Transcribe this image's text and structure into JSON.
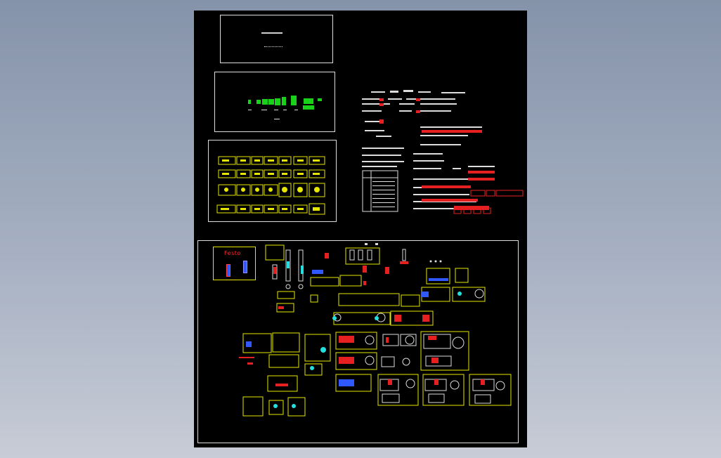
{
  "window": {
    "background_colors": [
      "#8593aa",
      "#c7ccd6"
    ],
    "canvas_color": "#000000"
  },
  "drawing": {
    "festo_label": "Festo",
    "colors": {
      "outline": "#e8e8e8",
      "yellow": "#e6e600",
      "red": "#ff2a2a",
      "cyan": "#22e0e0",
      "green": "#22dd22",
      "blue": "#3a6cff"
    },
    "panels": [
      {
        "name": "title-block-panel"
      },
      {
        "name": "green-components-panel"
      },
      {
        "name": "yellow-grid-panel"
      },
      {
        "name": "pneumatic-components-panel"
      }
    ]
  }
}
